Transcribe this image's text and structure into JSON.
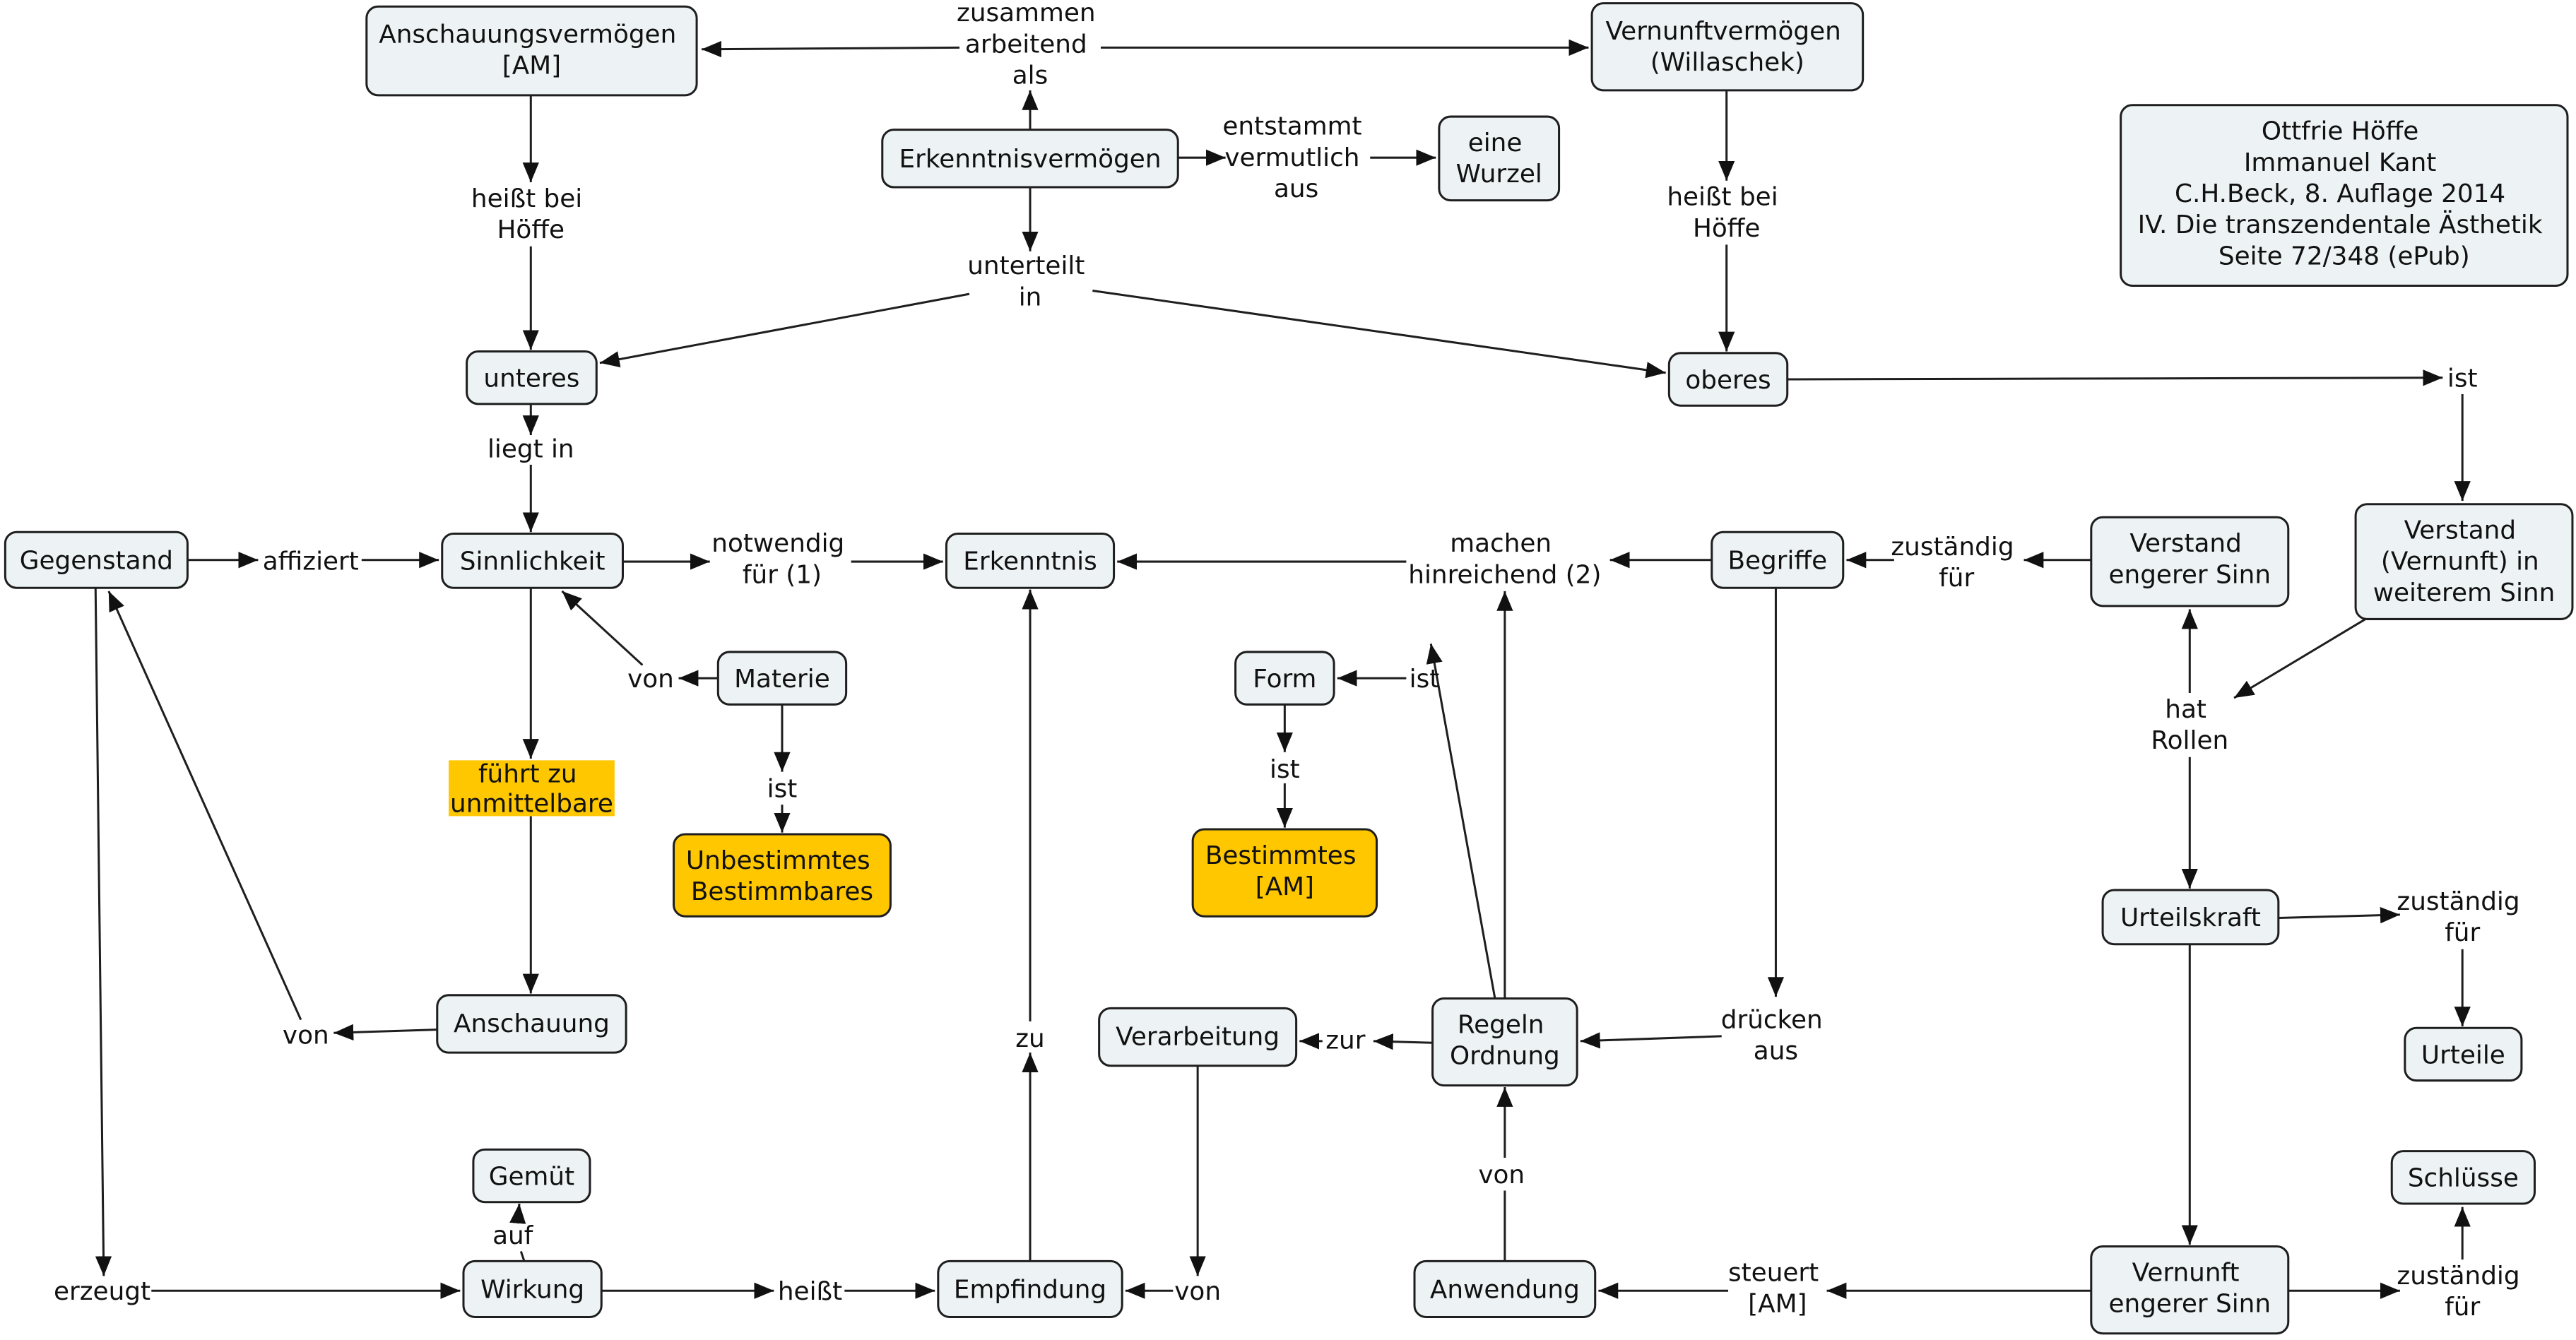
{
  "colors": {
    "background": "#ffffff",
    "concept_fill": "#edf3f5",
    "highlight_fill": "#ffc700",
    "stroke": "#1e1e1e",
    "arrow": "#111111",
    "text": "#111111"
  },
  "concepts": {
    "anschauungsvermoegen": {
      "lines": [
        "Anschauungsvermögen",
        "[AM]"
      ]
    },
    "vernunftvermoegen": {
      "lines": [
        "Vernunftvermögen",
        "(Willaschek)"
      ]
    },
    "quelle": {
      "lines": [
        "Ottfrie Höffe",
        "Immanuel Kant",
        "C.H.Beck, 8. Auflage 2014",
        "IV. Die transzendentale Ästhetik",
        "Seite 72/348 (ePub)"
      ]
    },
    "erkenntnisvermoegen": {
      "lines": [
        "Erkenntnisvermögen"
      ]
    },
    "eine_wurzel": {
      "lines": [
        "eine",
        "Wurzel"
      ]
    },
    "unteres": {
      "lines": [
        "unteres"
      ]
    },
    "oberes": {
      "lines": [
        "oberes"
      ]
    },
    "gegenstand": {
      "lines": [
        "Gegenstand"
      ]
    },
    "sinnlichkeit": {
      "lines": [
        "Sinnlichkeit"
      ]
    },
    "erkenntnis": {
      "lines": [
        "Erkenntnis"
      ]
    },
    "begriffe": {
      "lines": [
        "Begriffe"
      ]
    },
    "verstand_engerer_sinn": {
      "lines": [
        "Verstand",
        "engerer Sinn"
      ]
    },
    "verstand_weiterer_sinn": {
      "lines": [
        "Verstand",
        "(Vernunft) in",
        "weiterem Sinn"
      ]
    },
    "materie": {
      "lines": [
        "Materie"
      ]
    },
    "form": {
      "lines": [
        "Form"
      ]
    },
    "unbestimmtes_bestimmbares": {
      "lines": [
        "Unbestimmtes",
        "Bestimmbares"
      ]
    },
    "bestimmtes": {
      "lines": [
        "Bestimmtes",
        "[AM]"
      ]
    },
    "urteilskraft": {
      "lines": [
        "Urteilskraft"
      ]
    },
    "anschauung": {
      "lines": [
        "Anschauung"
      ]
    },
    "verarbeitung": {
      "lines": [
        "Verarbeitung"
      ]
    },
    "regeln_ordnung": {
      "lines": [
        "Regeln",
        "Ordnung"
      ]
    },
    "urteile": {
      "lines": [
        "Urteile"
      ]
    },
    "gemuet": {
      "lines": [
        "Gemüt"
      ]
    },
    "schluesse": {
      "lines": [
        "Schlüsse"
      ]
    },
    "wirkung": {
      "lines": [
        "Wirkung"
      ]
    },
    "empfindung": {
      "lines": [
        "Empfindung"
      ]
    },
    "anwendung": {
      "lines": [
        "Anwendung"
      ]
    },
    "vernunft_engerer_sinn": {
      "lines": [
        "Vernunft",
        "engerer Sinn"
      ]
    }
  },
  "linking_phrases": {
    "zusammen_arbeitend_als": {
      "lines": [
        "zusammen",
        "arbeitend",
        "als"
      ]
    },
    "entstammt_vermutlich_aus": {
      "lines": [
        "entstammt",
        "vermutlich",
        "aus"
      ]
    },
    "heisst_bei_hoeffe_links": {
      "lines": [
        "heißt bei",
        "Höffe"
      ]
    },
    "heisst_bei_hoeffe_rechts": {
      "lines": [
        "heißt bei",
        "Höffe"
      ]
    },
    "unterteilt_in": {
      "lines": [
        "unterteilt",
        "in"
      ]
    },
    "ist_oberes": {
      "lines": [
        "ist"
      ]
    },
    "liegt_in": {
      "lines": [
        "liegt in"
      ]
    },
    "affiziert": {
      "lines": [
        "affiziert"
      ]
    },
    "notwendig_fuer": {
      "lines": [
        "notwendig",
        "für (1)"
      ]
    },
    "machen_hinreichend": {
      "lines": [
        "machen",
        "hinreichend (2)"
      ]
    },
    "zustaendig_fuer_begriffe": {
      "lines": [
        "zuständig",
        "für"
      ]
    },
    "von_materie": {
      "lines": [
        "von"
      ]
    },
    "ist_form": {
      "lines": [
        "ist"
      ]
    },
    "hat_rollen": {
      "lines": [
        "hat",
        "Rollen"
      ]
    },
    "ist_materie": {
      "lines": [
        "ist"
      ]
    },
    "ist_bestimmtes": {
      "lines": [
        "ist"
      ]
    },
    "fuehrt_zu_unmittelbare": {
      "lines": [
        "führt zu",
        "unmittelbare"
      ]
    },
    "zustaendig_fuer_urteile": {
      "lines": [
        "zuständig",
        "für"
      ]
    },
    "druecken_aus": {
      "lines": [
        "drücken",
        "aus"
      ]
    },
    "von_anschauung": {
      "lines": [
        "von"
      ]
    },
    "zu": {
      "lines": [
        "zu"
      ]
    },
    "zur": {
      "lines": [
        "zur"
      ]
    },
    "von_anwendung": {
      "lines": [
        "von"
      ]
    },
    "auf": {
      "lines": [
        "auf"
      ]
    },
    "erzeugt": {
      "lines": [
        "erzeugt"
      ]
    },
    "heisst": {
      "lines": [
        "heißt"
      ]
    },
    "von_verarbeitung": {
      "lines": [
        "von"
      ]
    },
    "steuert": {
      "lines": [
        "steuert",
        "[AM]"
      ]
    },
    "zustaendig_fuer_schluesse": {
      "lines": [
        "zuständig",
        "für"
      ]
    }
  }
}
